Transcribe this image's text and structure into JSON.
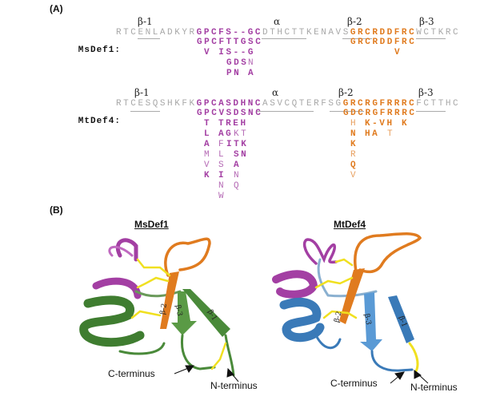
{
  "panel_a_label": "(A)",
  "panel_b_label": "(B)",
  "msdef1": {
    "name": "MsDef1",
    "sep": ":",
    "ss_labels": {
      "b1": "β-1",
      "alpha": "α",
      "b2": "β-2",
      "b3": "β-3"
    },
    "seq": {
      "pre": "RTCENLADKYR",
      "g1": "GPCFS--GC",
      "mid": "DTHCTTKENAVS",
      "g2": "GRCRDDFRC",
      "post": "WCTKRC"
    },
    "var_g1": [
      "GPCFTTGSC",
      "V IS--G",
      "GDS",
      "N",
      "PN",
      "A"
    ],
    "var_g2": [
      "GRCRDDFRC",
      "V"
    ],
    "structure_title": "MsDef1",
    "strand_labels": [
      "β-2",
      "β-3",
      "β-1"
    ],
    "c_terminus": "C-terminus",
    "n_terminus": "N-terminus"
  },
  "mtdef4": {
    "name": "MtDef4",
    "sep": ":",
    "ss_labels": {
      "b1": "β-1",
      "alpha": "α",
      "b2": "β-2",
      "b3": "β-3"
    },
    "seq": {
      "pre": "RTCESQSHKFK",
      "g1": "GPCASDHNC",
      "mid": "ASVCQTERFSG",
      "g2": "GRCRGFRRRC",
      "post": "FCTTHC"
    },
    "var_g1": [
      "GPCVSDSNC",
      "T",
      "TREH",
      "L",
      "AG",
      "KT",
      "A",
      "F",
      "ITK",
      "M",
      "L",
      "SN",
      "V",
      "S",
      "A",
      "K",
      "I",
      "N",
      "N",
      "Q",
      "W"
    ],
    "var_g2": [
      "GDCRGFRRRC",
      "H",
      "K-VH",
      "K",
      "N",
      "HA",
      "T",
      "K",
      "R",
      "Q",
      "V"
    ],
    "structure_title": "MtDef4",
    "strand_labels": [
      "β-2",
      "β-3",
      "β-1"
    ],
    "c_terminus": "C-terminus",
    "n_terminus": "N-terminus"
  },
  "colors": {
    "gamma1": "#a33fa3",
    "gamma2": "#e07b1f",
    "msdef1_ribbon": "#4a8a3a",
    "mtdef4_ribbon": "#3a7ab8",
    "disulfide": "#f0e020"
  }
}
